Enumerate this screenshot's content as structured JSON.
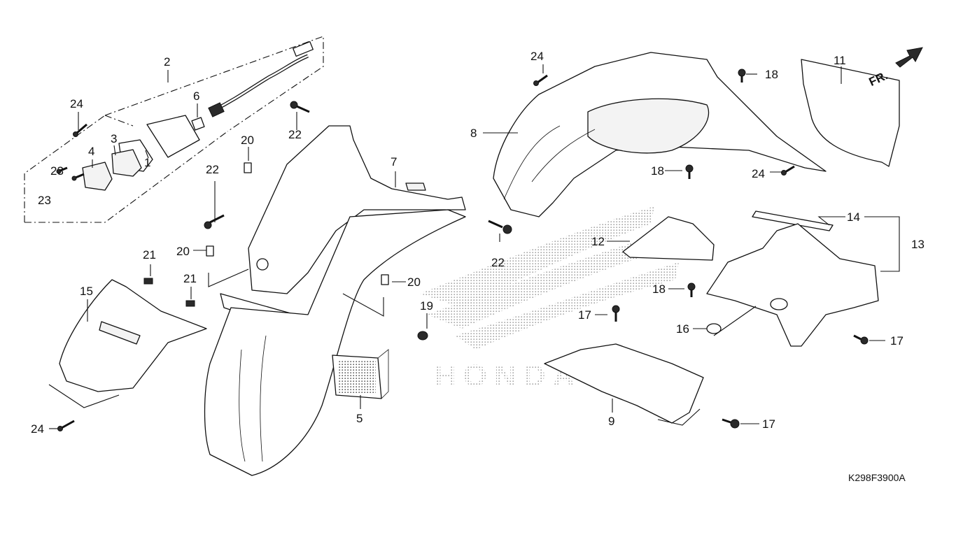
{
  "diagram": {
    "code": "K298F3900A",
    "direction_label": "FR.",
    "callouts": {
      "c1": "1",
      "c2": "2",
      "c3": "3",
      "c4": "4",
      "c5": "5",
      "c6": "6",
      "c7": "7",
      "c8": "8",
      "c9": "9",
      "c11": "11",
      "c12": "12",
      "c13": "13",
      "c14": "14",
      "c15": "15",
      "c16": "16",
      "c17a": "17",
      "c17b": "17",
      "c17c": "17",
      "c18a": "18",
      "c18b": "18",
      "c18c": "18",
      "c19": "19",
      "c20a": "20",
      "c20b": "20",
      "c20c": "20",
      "c21a": "21",
      "c21b": "21",
      "c22a": "22",
      "c22b": "22",
      "c22c": "22",
      "c23a": "23",
      "c23b": "23",
      "c24a": "24",
      "c24b": "24",
      "c24c": "24",
      "c24d": "24"
    },
    "watermark_text": "HONDA"
  }
}
